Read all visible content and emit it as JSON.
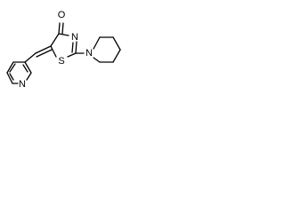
{
  "molecule": {
    "atom_labels": {
      "oxygen": "O",
      "ring_nitrogen": "N",
      "sulfur": "S",
      "piperidine_nitrogen": "N",
      "pyridine_nitrogen": "N"
    },
    "colors": {
      "bond": "#000000",
      "label": "#000000",
      "background": "#ffffff"
    }
  }
}
